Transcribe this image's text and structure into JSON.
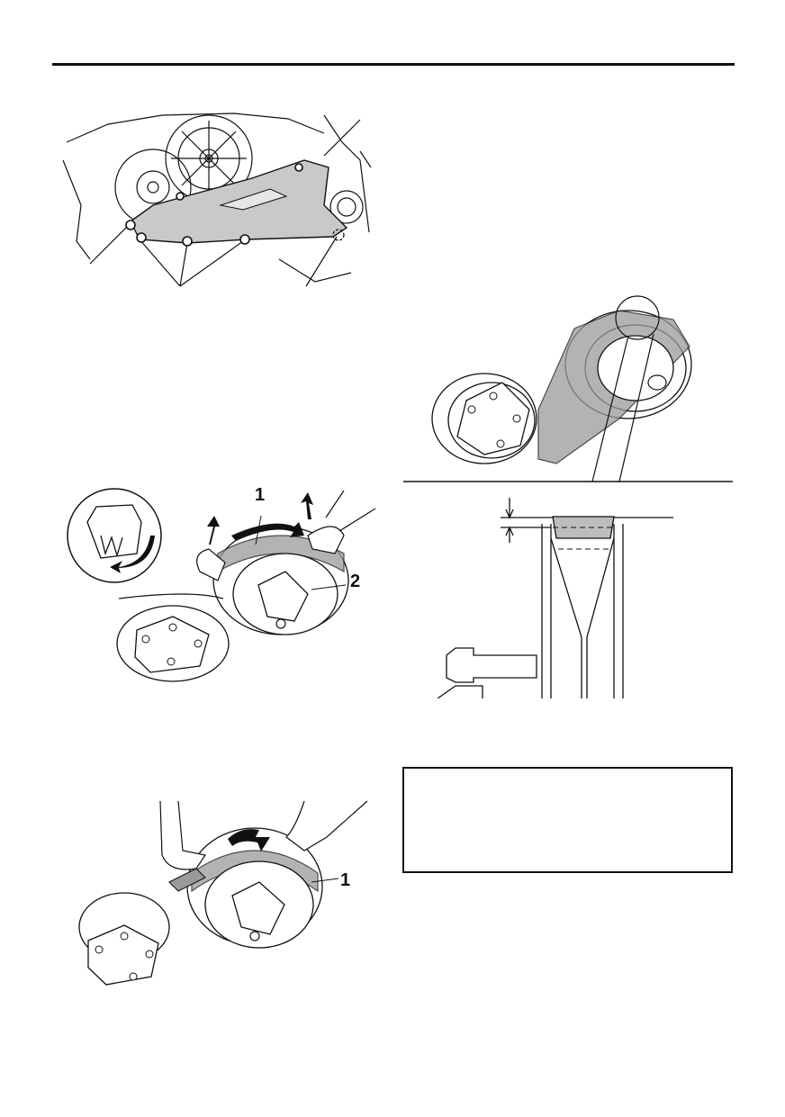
{
  "page": {
    "callouts": {
      "fig2_label1": "1",
      "fig2_label2": "2",
      "fig3_label1": "1"
    },
    "note_box_text": ""
  }
}
